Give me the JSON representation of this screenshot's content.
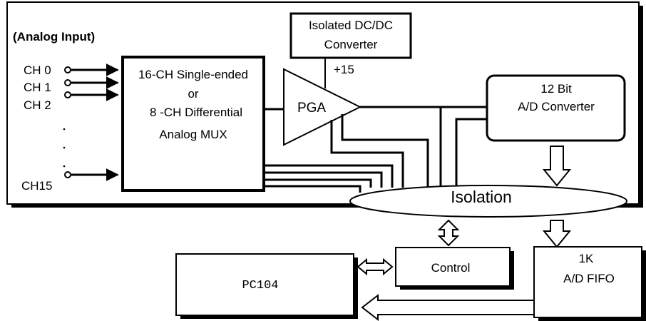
{
  "title": "(Analog Input)",
  "channels": {
    "ch0": "CH 0",
    "ch1": "CH 1",
    "ch2": "CH 2",
    "ch15": "CH15"
  },
  "mux": {
    "line1": "16-CH Single-ended",
    "line2": "or",
    "line3": "8 -CH Differential",
    "line4": "Analog MUX"
  },
  "pga": "PGA",
  "dcdc": {
    "line1": "Isolated DC/DC",
    "line2": "Converter"
  },
  "supply": "+15",
  "adc": {
    "line1": "12 Bit",
    "line2": "A/D Converter"
  },
  "isolation": "Isolation",
  "control": "Control",
  "fifo": {
    "line1": "1K",
    "line2": "A/D FIFO"
  },
  "pc104": "PC104",
  "colors": {
    "stroke": "#000000",
    "background": "#ffffff",
    "shadow": "#000000"
  }
}
